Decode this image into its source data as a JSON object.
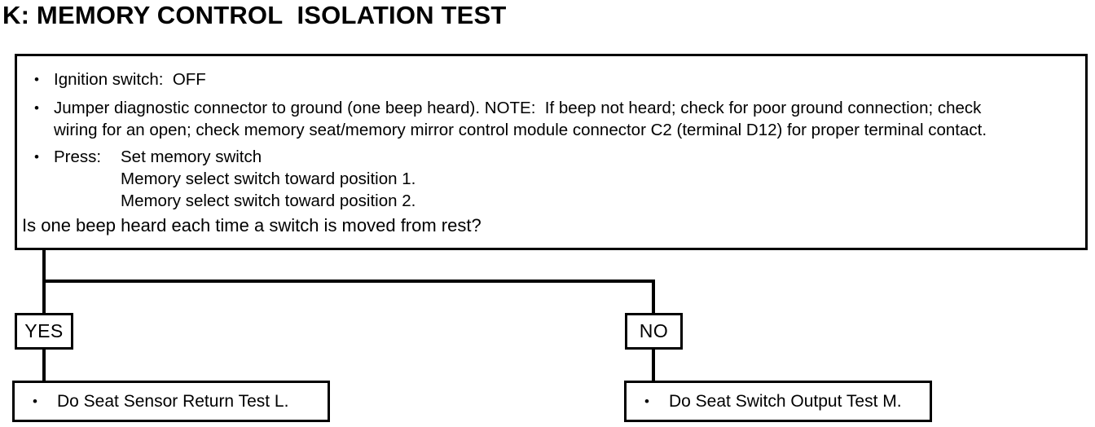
{
  "title": "K: MEMORY CONTROL  ISOLATION TEST",
  "bullet_glyph": "•",
  "procedure_box": {
    "steps": [
      {
        "text": "Ignition switch:  OFF"
      },
      {
        "line1": "Jumper diagnostic connector to ground (one beep heard). NOTE:  If beep not heard; check for poor ground connection; check",
        "line2": "wiring for an open; check memory seat/memory mirror control module connector C2 (terminal D12) for proper terminal contact."
      },
      {
        "label": "Press:",
        "line1": "Set memory switch",
        "line2": "Memory select switch toward position 1.",
        "line3": "Memory select switch toward position 2."
      }
    ],
    "question": "Is one beep heard each time a switch is moved from rest?"
  },
  "flowchart": {
    "yes_branch": {
      "label": "YES",
      "action": "Do Seat Sensor Return Test L."
    },
    "no_branch": {
      "label": "NO",
      "action": "Do Seat Switch Output Test M."
    }
  },
  "colors": {
    "ink": "#000000",
    "paper": "#ffffff"
  }
}
